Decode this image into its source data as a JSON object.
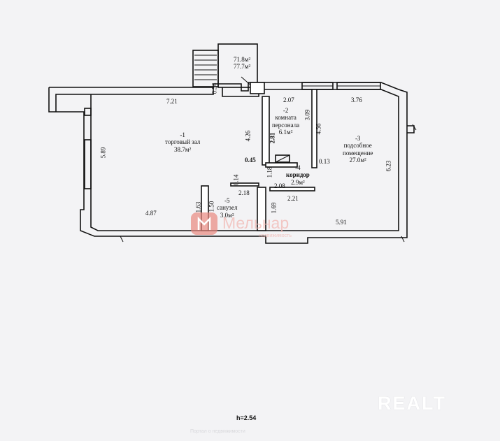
{
  "total_area": {
    "line1": "71.8м²",
    "line2": "77.7м²"
  },
  "rooms": [
    {
      "number": "-1",
      "name": "торговый зал",
      "area": "38.7м²"
    },
    {
      "number": "-2",
      "name_line1": "комната",
      "name_line2": "персонала",
      "area": "6.1м²"
    },
    {
      "number": "-3",
      "name_line1": "подсобное",
      "name_line2": "помещение",
      "area": "27.0м²"
    },
    {
      "number": "-4",
      "name": "коридор",
      "area": "2.9м²"
    },
    {
      "number": "-5",
      "name": "санузел",
      "area": "3.0м²"
    }
  ],
  "dimensions": {
    "d_0_54": "0.54",
    "d_7_21": "7.21",
    "d_2_07": "2.07",
    "d_3_76": "3.76",
    "d_3_09": "3.09",
    "d_4_56": "4.56",
    "d_4_26": "4.26",
    "d_2_81": "2.81",
    "d_5_89": "5.89",
    "d_0_45": "0.45",
    "d_0_13": "0.13",
    "d_6_23": "6.23",
    "d_1_18": "1.18",
    "d_0_14": "0.14",
    "d_2_18": "2.18",
    "d_2_08": "2.08",
    "d_2_21": "2.21",
    "d_1_63": "1.63",
    "d_1_50": "1.50",
    "d_1_69": "1.69",
    "d_4_87": "4.87",
    "d_5_91": "5.91"
  },
  "ceiling_height": "h=2.54",
  "watermarks": {
    "realt": "REALT",
    "realt_sub": "Портал о недвижимости",
    "agency": "Мельнар",
    "agency_sub": "недвижимость"
  },
  "colors": {
    "wall": "#111111",
    "fill_wall": "#ffffff",
    "background": "#f3f3f5",
    "watermark_red": "#e06a60"
  }
}
